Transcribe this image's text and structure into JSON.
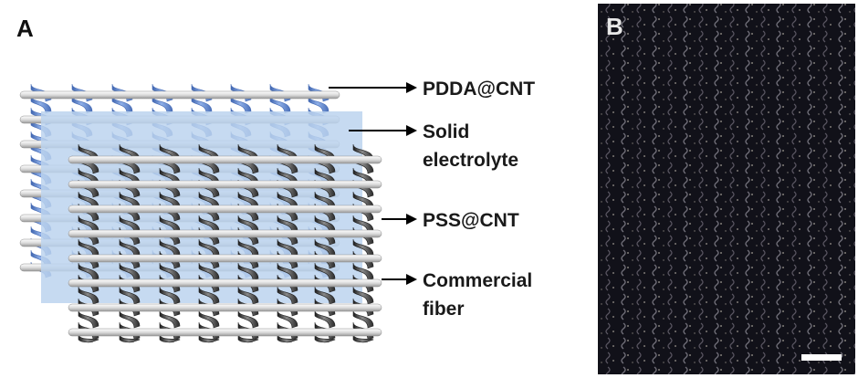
{
  "panels": {
    "a_label": "A",
    "b_label": "B"
  },
  "callouts": [
    {
      "id": "pdda",
      "lines": [
        "PDDA@CNT"
      ]
    },
    {
      "id": "electrolyte",
      "lines": [
        "Solid",
        "electrolyte"
      ]
    },
    {
      "id": "pss",
      "lines": [
        "PSS@CNT"
      ]
    },
    {
      "id": "fiber",
      "lines": [
        "Commercial",
        "fiber"
      ]
    }
  ],
  "colors": {
    "blue_yarn": "#6f93d6",
    "blue_yarn_dark": "#4a6fb8",
    "black_yarn": "#4a4a4a",
    "black_yarn_dark": "#1f1f1f",
    "electrolyte": "#bcd3ef",
    "fiber": "#e4e4e4",
    "photo_background": "#15151f",
    "scale_bar": "#ffffff"
  }
}
